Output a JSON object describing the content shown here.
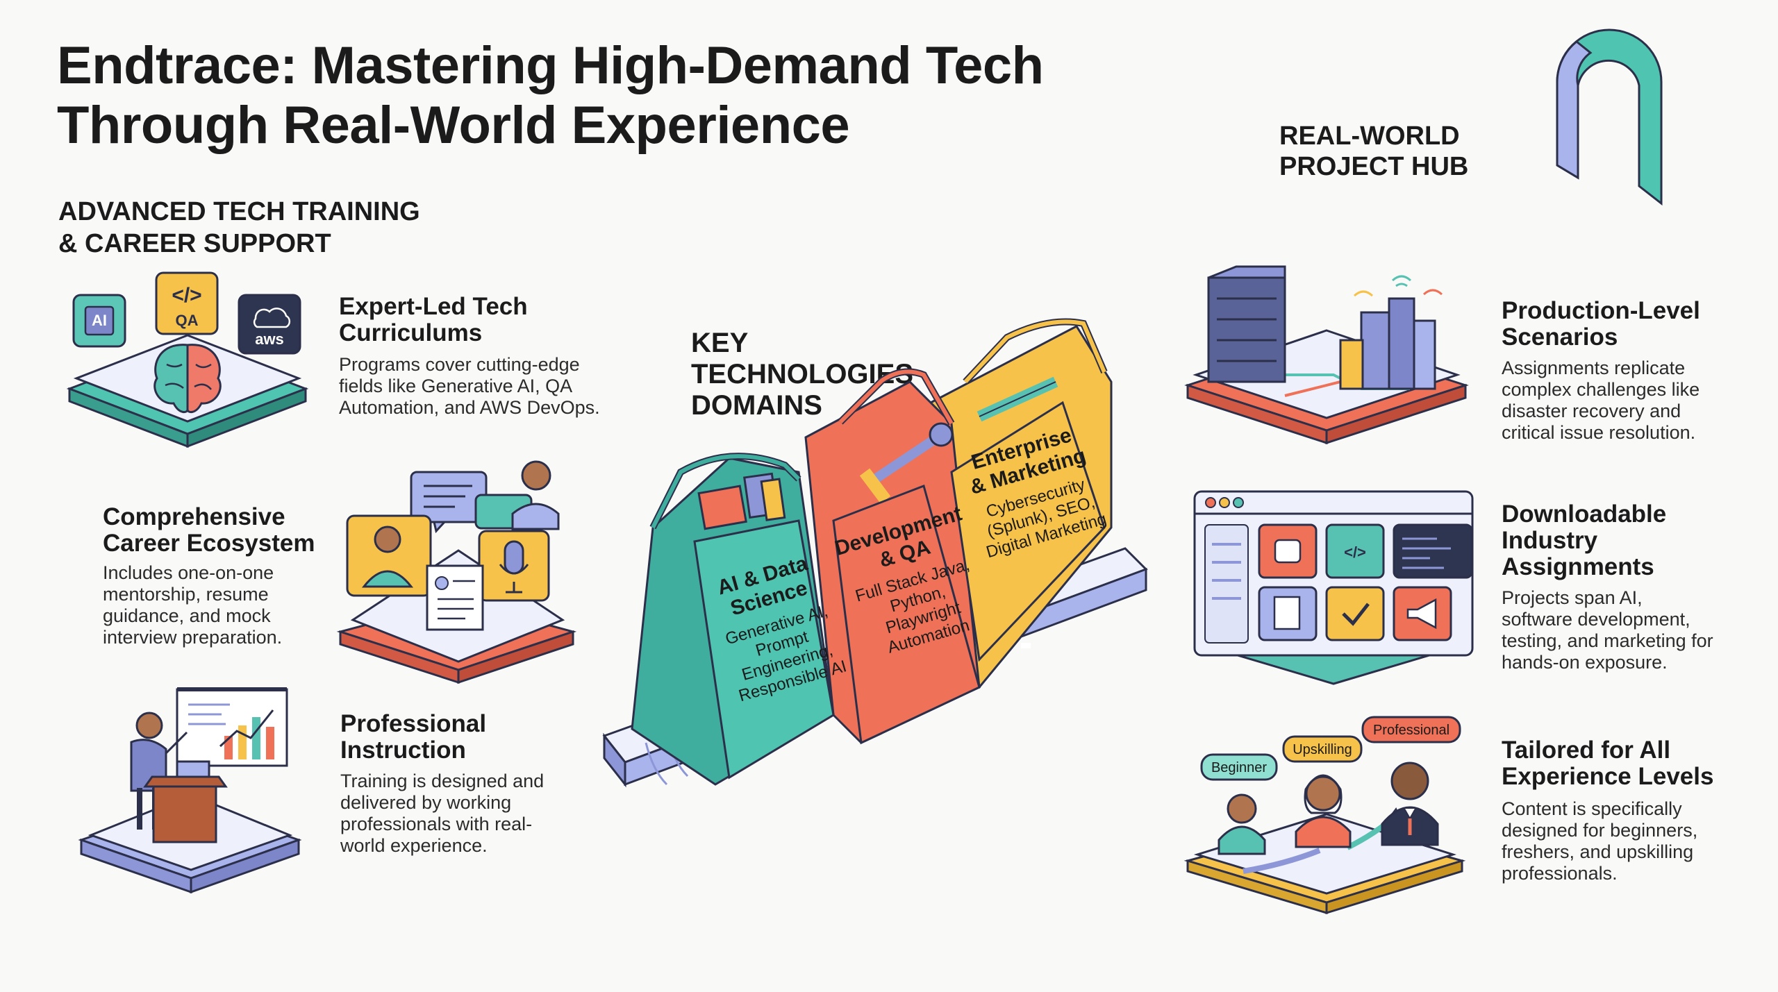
{
  "title": {
    "line1": "Endtrace: Mastering High-Demand Tech",
    "line2": "Through Real-World Experience"
  },
  "left_section": {
    "heading_line1": "ADVANCED TECH TRAINING",
    "heading_line2": "& CAREER SUPPORT",
    "items": [
      {
        "title_line1": "Expert-Led Tech",
        "title_line2": "Curriculums",
        "text": [
          "Programs cover cutting-edge",
          "fields like Generative AI, QA",
          "Automation, and AWS DevOps."
        ],
        "icon": "brain-tech-icon",
        "badges": [
          "AI",
          "</>",
          "QA",
          "aws"
        ]
      },
      {
        "title_line1": "Comprehensive",
        "title_line2": "Career Ecosystem",
        "text": [
          "Includes one-on-one",
          "mentorship, resume",
          "guidance, and mock",
          "interview preparation."
        ],
        "icon": "mentorship-icon"
      },
      {
        "title_line1": "Professional",
        "title_line2": "Instruction",
        "text": [
          "Training is designed and",
          "delivered by working",
          "professionals with real-",
          "world experience."
        ],
        "icon": "presenter-icon"
      }
    ]
  },
  "center_section": {
    "heading_line1": "KEY",
    "heading_line2": "TECHNOLOGIES",
    "heading_line3": "DOMAINS",
    "domains": [
      {
        "name_line1": "AI & Data",
        "name_line2": "Science",
        "text": [
          "Generative AI,",
          "Prompt",
          "Engineering,",
          "Responsible AI"
        ],
        "color": "#3fae9f"
      },
      {
        "name_line1": "Development",
        "name_line2": "& QA",
        "text": [
          "Full Stack Java,",
          "Python,",
          "Playwright",
          "Automation"
        ],
        "color": "#ef7158"
      },
      {
        "name_line1": "Enterprise",
        "name_line2": "& Marketing",
        "text": [
          "Cybersecurity",
          "(Splunk), SEO,",
          "Digital Marketing"
        ],
        "color": "#f7c24a"
      }
    ]
  },
  "right_section": {
    "heading_line1": "REAL-WORLD",
    "heading_line2": "PROJECT HUB",
    "items": [
      {
        "title_line1": "Production-Level",
        "title_line2": "Scenarios",
        "text": [
          "Assignments replicate",
          "complex challenges like",
          "disaster recovery and",
          "critical issue resolution."
        ],
        "icon": "server-city-icon"
      },
      {
        "title_line1": "Downloadable",
        "title_line2": "Industry",
        "title_line3": "Assignments",
        "text": [
          "Projects span AI,",
          "software development,",
          "testing, and marketing for",
          "hands-on exposure."
        ],
        "icon": "app-window-icon"
      },
      {
        "title_line1": "Tailored for All",
        "title_line2": "Experience Levels",
        "text": [
          "Content is specifically",
          "designed for beginners,",
          "freshers, and upskilling",
          "professionals."
        ],
        "icon": "career-levels-icon",
        "badges": [
          "Beginner",
          "Upskilling",
          "Professional"
        ]
      }
    ]
  },
  "colors": {
    "teal": "#4fc4b0",
    "coral": "#ef7158",
    "yellow": "#f7c24a",
    "lavender": "#aab4ec",
    "navy": "#2b2f4a"
  }
}
